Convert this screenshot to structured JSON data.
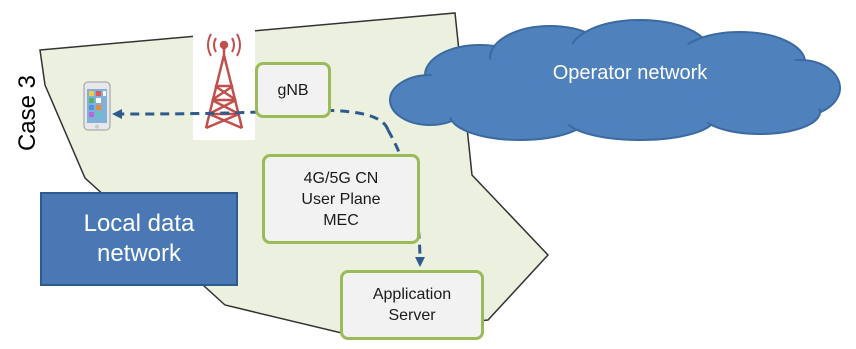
{
  "case_label": "Case 3",
  "cloud": {
    "label": "Operator network",
    "fill": "#4f81bd"
  },
  "region": {
    "fill": "#ebf1de",
    "stroke": "#333333"
  },
  "gnb": {
    "label": "gNB"
  },
  "core": {
    "line1": "4G/5G CN",
    "line2": "User Plane",
    "line3": "MEC"
  },
  "app_server": {
    "line1": "Application",
    "line2": "Server"
  },
  "local_network": {
    "line1": "Local data",
    "line2": "network",
    "fill": "#4a78b4"
  },
  "arrow": {
    "color": "#2f5a8c"
  },
  "tower": {
    "color": "#c0504d"
  },
  "phone": {
    "icon": "smartphone-icon"
  }
}
